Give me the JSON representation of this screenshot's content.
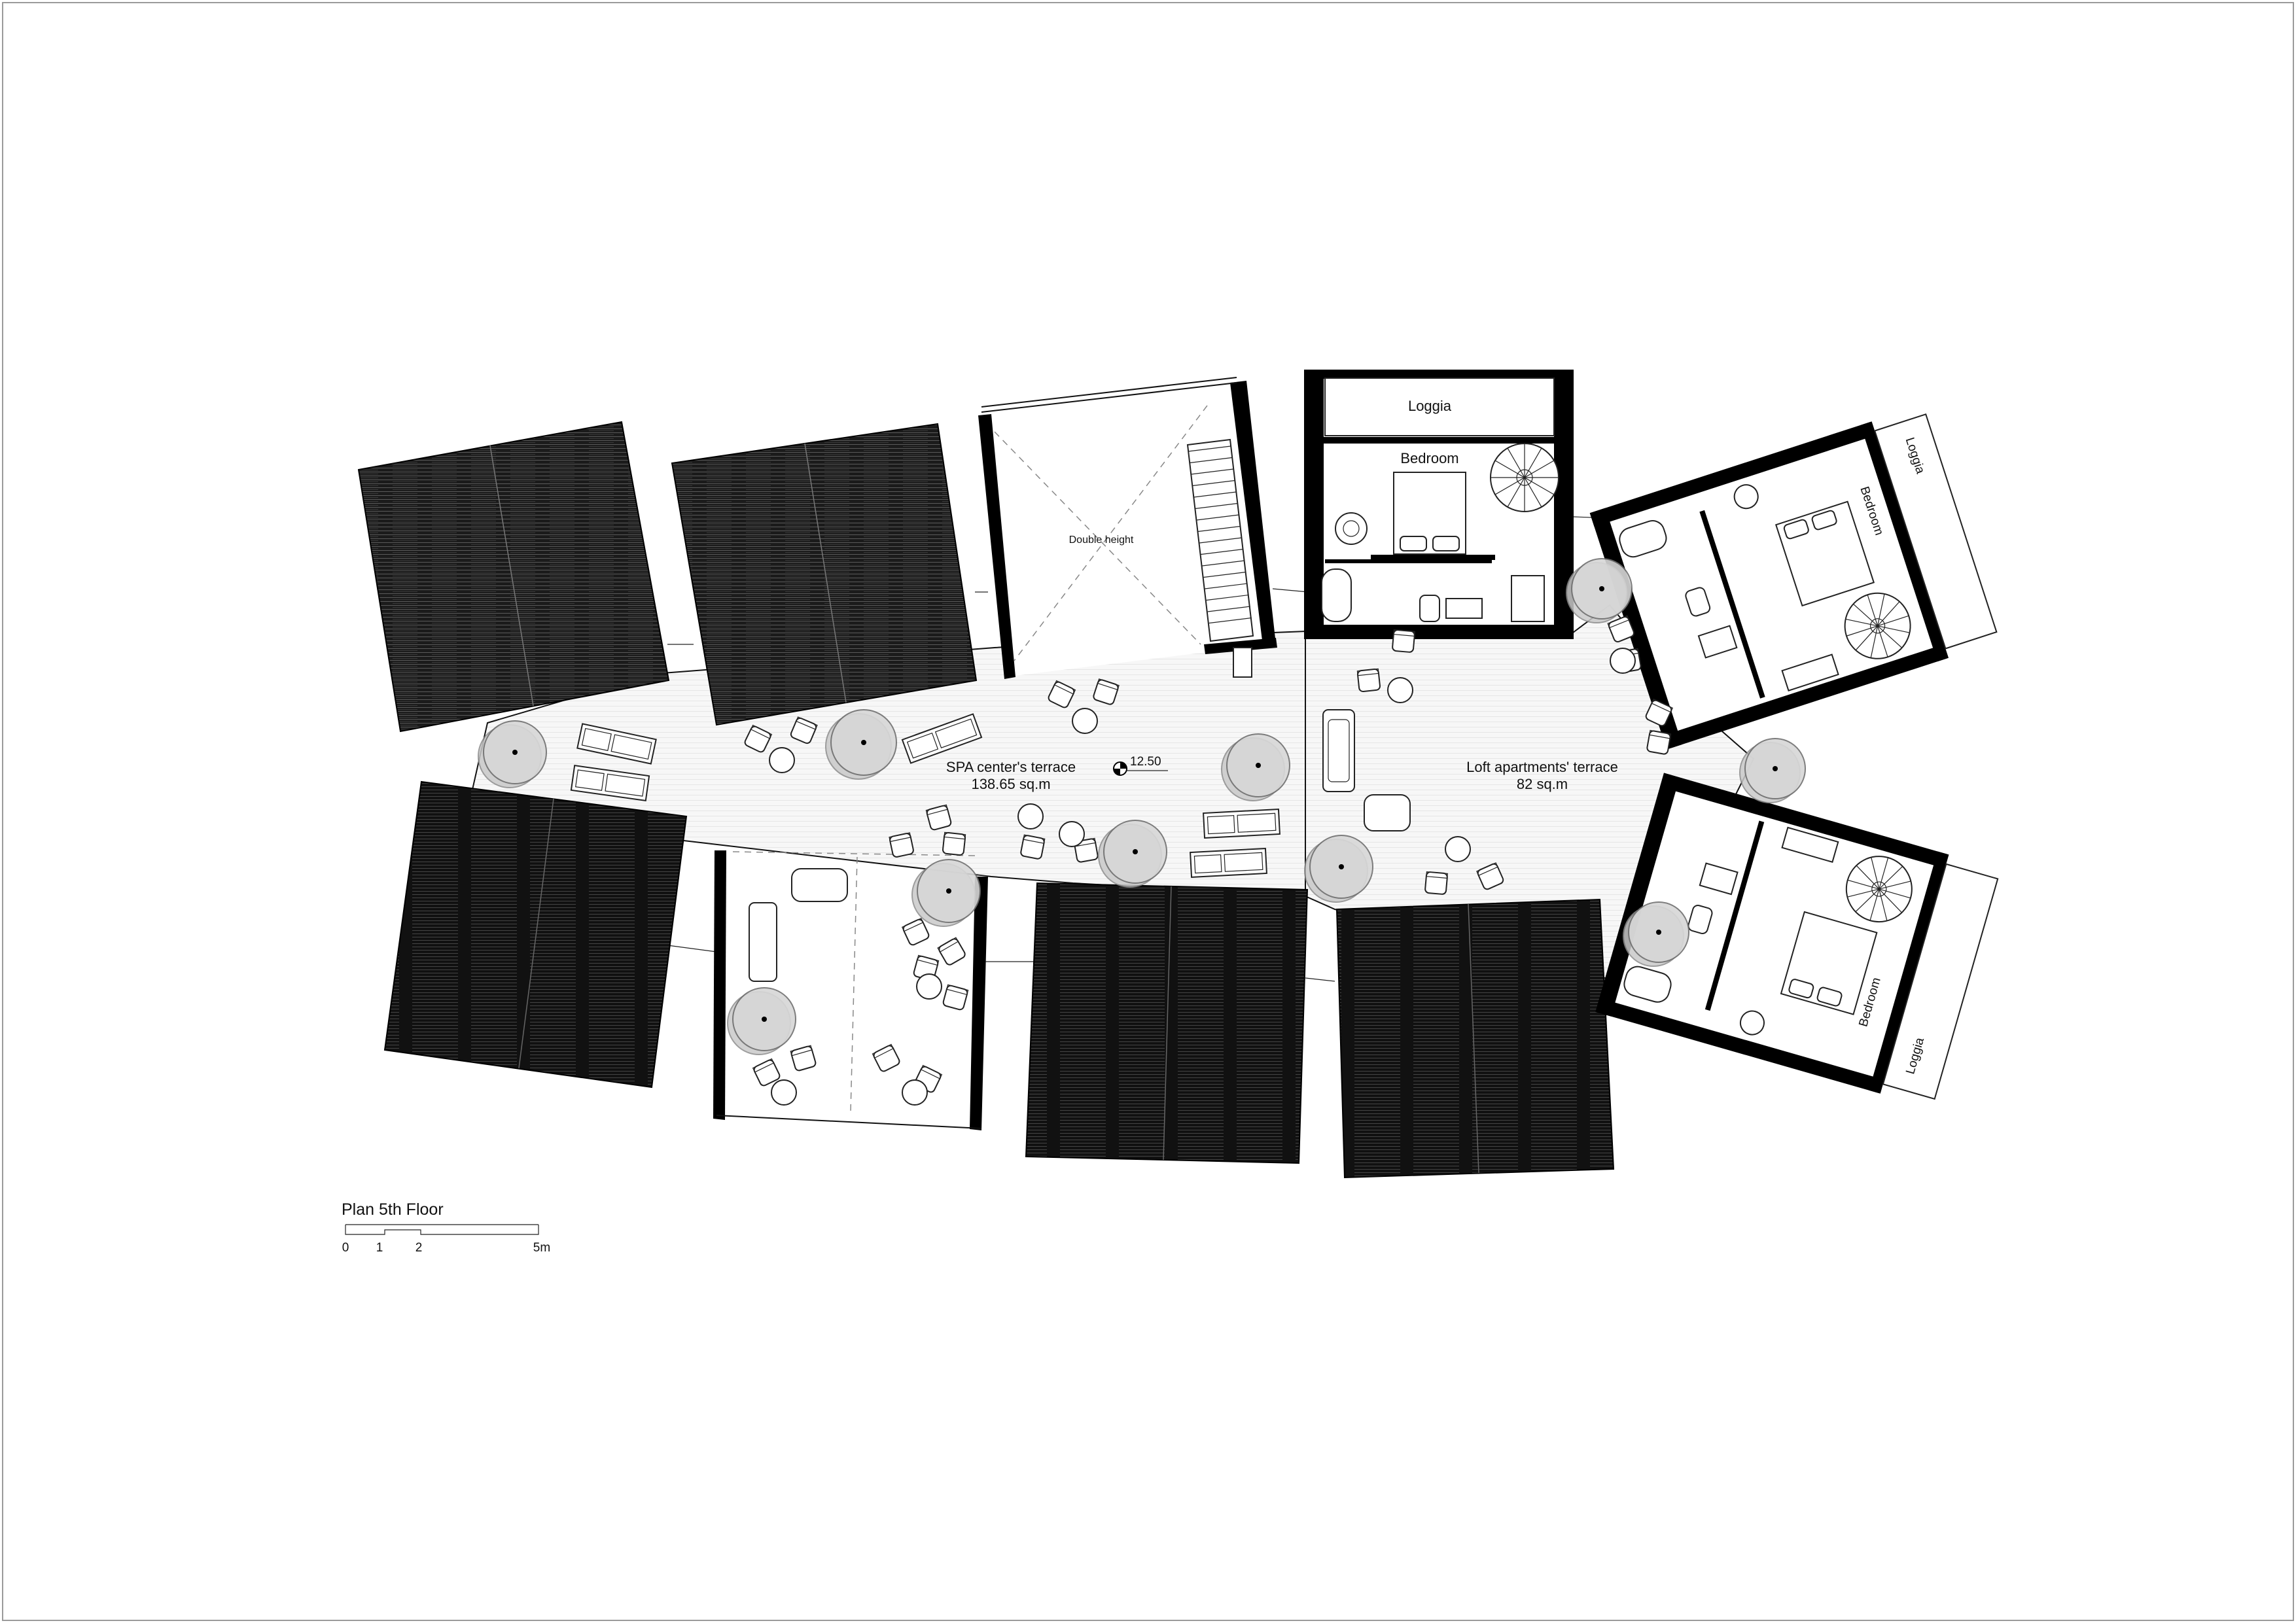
{
  "drawing": {
    "spa_terrace_name": "SPA center's terrace",
    "spa_terrace_area": "138.65 sq.m",
    "loft_terrace_name": "Loft apartments' terrace",
    "loft_terrace_area": "82 sq.m",
    "level_mark": "12.50",
    "double_height_label": "Double height"
  },
  "rooms": {
    "top_loggia": "Loggia",
    "top_bedroom": "Bedroom",
    "right_upper_bedroom": "Bedroom",
    "right_upper_loggia": "Loggia",
    "right_lower_bedroom": "Bedroom",
    "right_lower_loggia": "Loggia"
  },
  "caption": {
    "title": "Plan 5th Floor",
    "scale_ticks": [
      "0",
      "1",
      "2",
      "5m"
    ]
  },
  "colors": {
    "roof_fill": "#1a1a1a",
    "roof_stripe": "#4a4a4a",
    "walls": "#000000",
    "terrace_floor": "#f6f6f6",
    "tree_canopy": "#d7d7d7"
  }
}
